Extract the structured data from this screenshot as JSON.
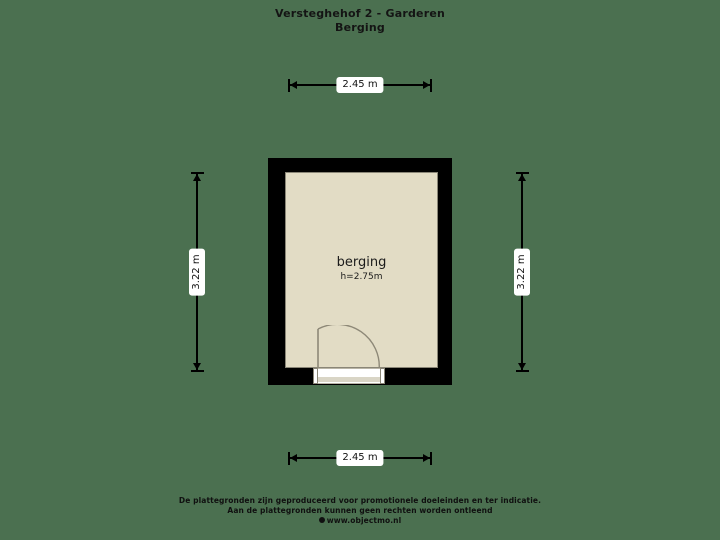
{
  "page": {
    "background_color": "#4b7050",
    "wall_color": "#000000",
    "room_fill_color": "#e2dcc5",
    "dimension_color": "#000000",
    "text_color": "#141414"
  },
  "header": {
    "title": "Versteghehof 2 - Garderen",
    "subtitle": "Berging"
  },
  "plan": {
    "room": {
      "name": "berging",
      "height_label": "h=2.75m"
    },
    "door": {
      "icon": "door-swing-icon",
      "threshold": "door-threshold"
    }
  },
  "dimensions": {
    "top": {
      "label": "2.45 m",
      "orientation": "horizontal"
    },
    "bottom": {
      "label": "2.45 m",
      "orientation": "horizontal"
    },
    "left": {
      "label": "3.22 m",
      "orientation": "vertical"
    },
    "right": {
      "label": "3.22 m",
      "orientation": "vertical"
    }
  },
  "footer": {
    "line1": "De plattegronden zijn geproduceerd voor promotionele doeleinden en ter indicatie.",
    "line2": "Aan de plattegronden kunnen geen rechten worden ontleend",
    "site": "www.objectmo.nl"
  }
}
